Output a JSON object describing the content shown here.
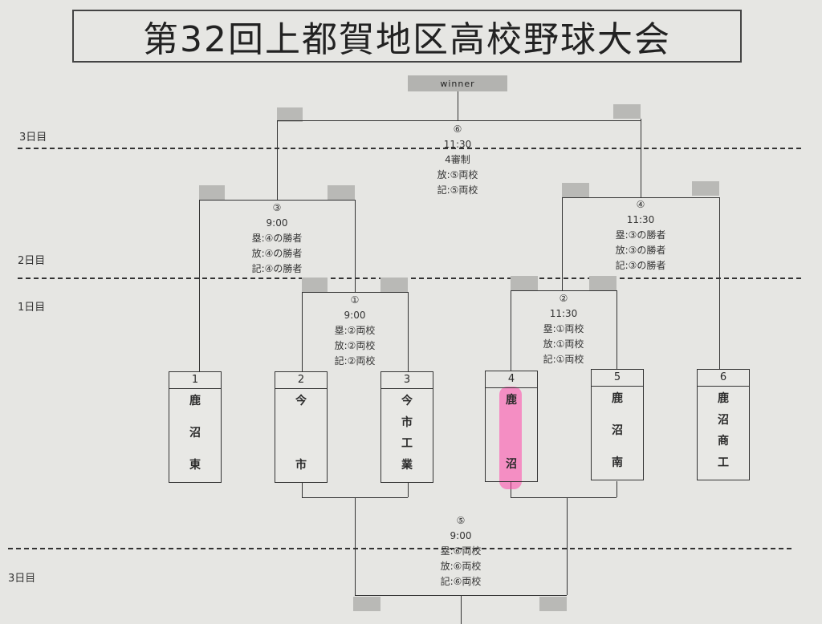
{
  "title": "第32回上都賀地区高校野球大会",
  "day_labels": {
    "top_day3": "3日目",
    "day2": "2日目",
    "day1": "1日目",
    "bottom_day3": "3日目"
  },
  "winner_label": "winner",
  "games": {
    "g6": {
      "no": "⑥",
      "lines": [
        "11:30",
        "4審制",
        "放:⑤両校",
        "記:⑤両校"
      ]
    },
    "g3": {
      "no": "③",
      "lines": [
        "9:00",
        "塁:④の勝者",
        "放:④の勝者",
        "記:④の勝者"
      ]
    },
    "g4": {
      "no": "④",
      "lines": [
        "11:30",
        "塁:③の勝者",
        "放:③の勝者",
        "記:③の勝者"
      ]
    },
    "g1": {
      "no": "①",
      "lines": [
        "9:00",
        "塁:②両校",
        "放:②両校",
        "記:②両校"
      ]
    },
    "g2": {
      "no": "②",
      "lines": [
        "11:30",
        "塁:①両校",
        "放:①両校",
        "記:①両校"
      ]
    },
    "g5": {
      "no": "⑤",
      "lines": [
        "9:00",
        "塁:⑥両校",
        "放:⑥両校",
        "記:⑥両校"
      ]
    }
  },
  "teams": [
    {
      "num": "1",
      "chars": [
        "鹿",
        "沼",
        "東"
      ]
    },
    {
      "num": "2",
      "chars": [
        "今",
        "市"
      ]
    },
    {
      "num": "3",
      "chars": [
        "今",
        "市",
        "工",
        "業"
      ]
    },
    {
      "num": "4",
      "chars": [
        "鹿",
        "沼"
      ]
    },
    {
      "num": "5",
      "chars": [
        "鹿",
        "沼",
        "南"
      ]
    },
    {
      "num": "6",
      "chars": [
        "鹿",
        "沼",
        "商",
        "工"
      ]
    }
  ],
  "colors": {
    "highlight": "#ff46aa",
    "paper": "#e6e6e3",
    "gray_box": "#b9b9b6"
  }
}
